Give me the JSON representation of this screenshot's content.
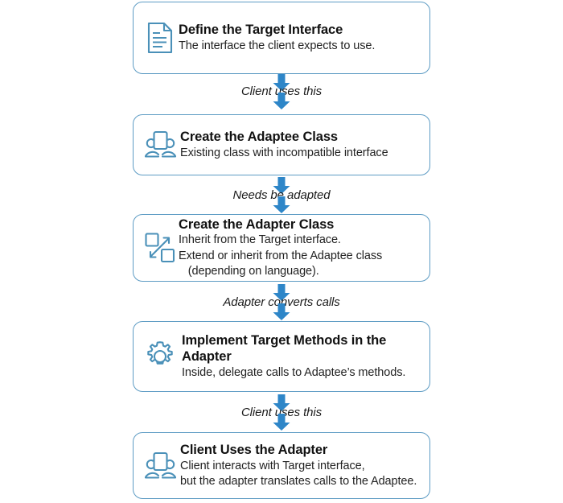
{
  "diagram": {
    "title": "Adapter Pattern Implementation Steps",
    "accent_color": "#2e86c8",
    "border_color": "#5e9cc4",
    "icon_color": "#4a90b8",
    "text_color": "#111111",
    "background": "#ffffff",
    "orientation": "vertical-top-down"
  },
  "steps": [
    {
      "id": "define-target-interface",
      "icon": "document-icon",
      "title": "Define the Target Interface",
      "description_lines": [
        "The interface the client expects to use."
      ]
    },
    {
      "id": "create-adaptee-class",
      "icon": "person-presentation-icon",
      "title": "Create the Adaptee Class",
      "description_lines": [
        "Existing class with incompatible interface"
      ]
    },
    {
      "id": "create-adapter-class",
      "icon": "transfer-squares-icon",
      "title": "Create the Adapter Class",
      "description_lines": [
        "Inherit from the Target interface.",
        "Extend or inherit from the Adaptee class",
        "   (depending on language)."
      ]
    },
    {
      "id": "implement-target-methods",
      "icon": "gear-icon",
      "title": "Implement Target Methods in the Adapter",
      "description_lines": [
        "Inside, delegate calls to Adaptee’s methods."
      ]
    },
    {
      "id": "client-uses-adapter",
      "icon": "person-presentation-icon",
      "title": "Client Uses the Adapter",
      "description_lines": [
        "Client interacts with Target interface,",
        "but the adapter translates calls to the Adaptee."
      ]
    }
  ],
  "connectors": [
    {
      "id": "connector-1",
      "label": "Client uses this",
      "from": "define-target-interface",
      "to": "create-adaptee-class"
    },
    {
      "id": "connector-2",
      "label": "Needs be adapted",
      "from": "create-adaptee-class",
      "to": "create-adapter-class"
    },
    {
      "id": "connector-3",
      "label": "Adapter converts calls",
      "from": "create-adapter-class",
      "to": "implement-target-methods"
    },
    {
      "id": "connector-4",
      "label": "Client uses this",
      "from": "implement-target-methods",
      "to": "client-uses-adapter"
    }
  ]
}
